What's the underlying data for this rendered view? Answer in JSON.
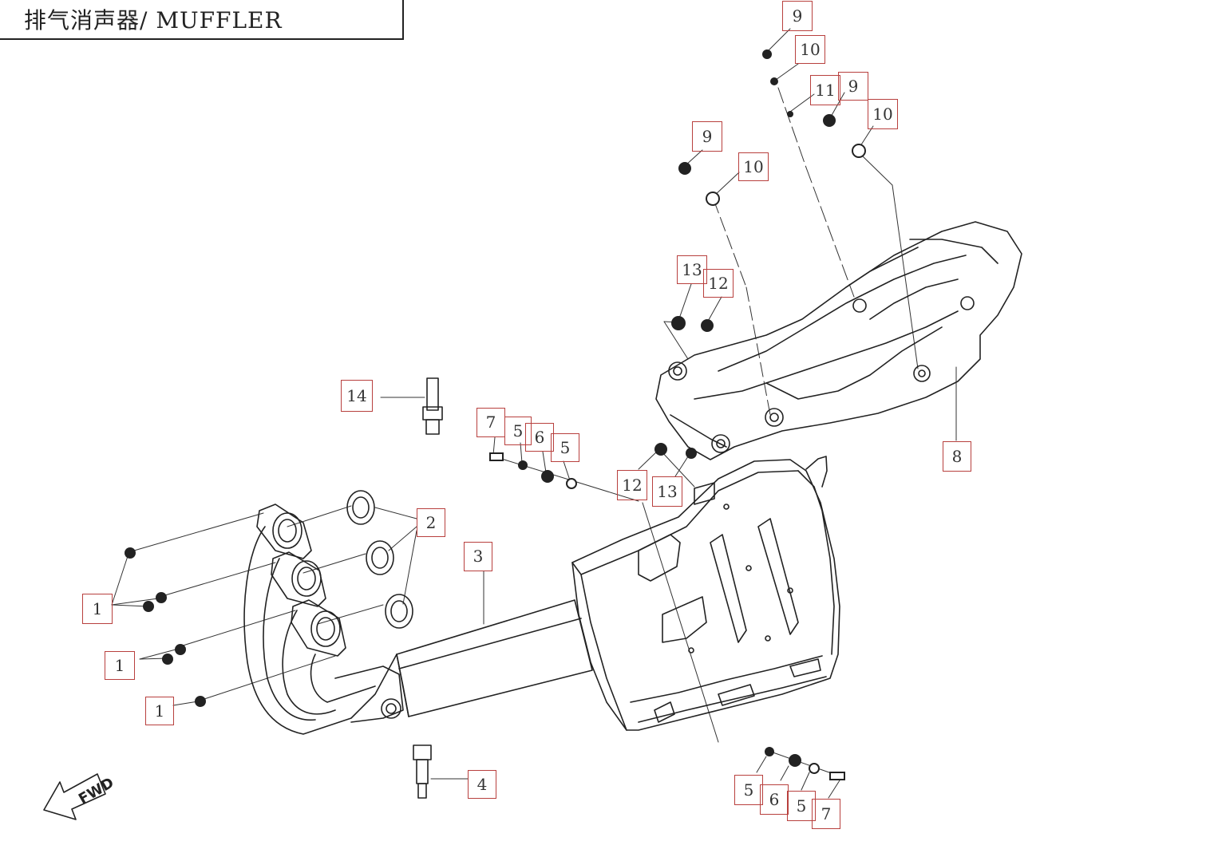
{
  "title": "排气消声器/ MUFFLER",
  "fwd_label": "FWD",
  "callouts": [
    {
      "id": "c1a",
      "label": "1"
    },
    {
      "id": "c1b",
      "label": "1"
    },
    {
      "id": "c1c",
      "label": "1"
    },
    {
      "id": "c2",
      "label": "2"
    },
    {
      "id": "c3",
      "label": "3"
    },
    {
      "id": "c4",
      "label": "4"
    },
    {
      "id": "c5a",
      "label": "5"
    },
    {
      "id": "c5b",
      "label": "5"
    },
    {
      "id": "c5c",
      "label": "5"
    },
    {
      "id": "c5d",
      "label": "5"
    },
    {
      "id": "c6a",
      "label": "6"
    },
    {
      "id": "c6b",
      "label": "6"
    },
    {
      "id": "c7a",
      "label": "7"
    },
    {
      "id": "c7b",
      "label": "7"
    },
    {
      "id": "c8",
      "label": "8"
    },
    {
      "id": "c9a",
      "label": "9"
    },
    {
      "id": "c9b",
      "label": "9"
    },
    {
      "id": "c9c",
      "label": "9"
    },
    {
      "id": "c10a",
      "label": "10"
    },
    {
      "id": "c10b",
      "label": "10"
    },
    {
      "id": "c10c",
      "label": "10"
    },
    {
      "id": "c11",
      "label": "11"
    },
    {
      "id": "c12a",
      "label": "12"
    },
    {
      "id": "c12b",
      "label": "12"
    },
    {
      "id": "c13a",
      "label": "13"
    },
    {
      "id": "c13b",
      "label": "13"
    },
    {
      "id": "c14",
      "label": "14"
    }
  ]
}
